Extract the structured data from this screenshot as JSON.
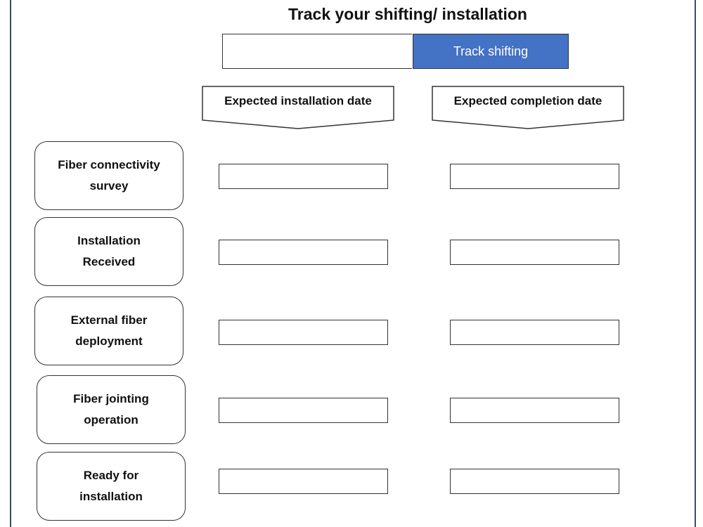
{
  "page": {
    "title": "Track your shifting/ installation"
  },
  "search": {
    "value": "",
    "placeholder": ""
  },
  "track_button": {
    "label": "Track shifting",
    "color": "#4472c4"
  },
  "columns": {
    "installation": "Expected installation date",
    "completion": "Expected completion date"
  },
  "steps": [
    {
      "line1": "Fiber connectivity",
      "line2": "survey",
      "install_date": "",
      "complete_date": ""
    },
    {
      "line1": "Installation",
      "line2": "Received",
      "install_date": "",
      "complete_date": ""
    },
    {
      "line1": "External fiber",
      "line2": "deployment",
      "install_date": "",
      "complete_date": ""
    },
    {
      "line1": "Fiber jointing",
      "line2": "operation",
      "install_date": "",
      "complete_date": ""
    },
    {
      "line1": "Ready for",
      "line2": "installation",
      "install_date": "",
      "complete_date": ""
    }
  ]
}
